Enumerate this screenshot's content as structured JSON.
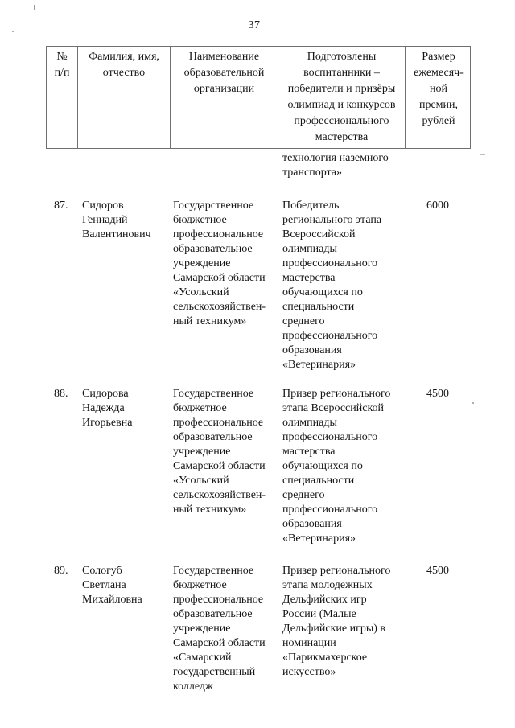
{
  "page": {
    "number": "37"
  },
  "table": {
    "headers": {
      "num": "№\nп/п",
      "name": "Фамилия, имя,\nотчество",
      "organization": "Наименование\nобразовательной\nорганизации",
      "achievement": "Подготовлены\nвоспитанники –\nпобедители и призёры\nолимпиад и конкурсов\nпрофессионального\nмастерства",
      "amount": "Размер\nежемесяч-\nной\nпремии,\nрублей"
    },
    "continuation": {
      "achievement": "технология наземного\nтранспорта»"
    },
    "rows": [
      {
        "num": "87.",
        "name": "Сидоров\nГеннадий\nВалентинович",
        "organization": "Государственное\nбюджетное\nпрофессиональное\nобразовательное\nучреждение\nСамарской области\n«Усольский\nсельскохозяйствен-\nный техникум»",
        "achievement": "Победитель\nрегионального этапа\nВсероссийской\nолимпиады\nпрофессионального\nмастерства\nобучающихся по\nспециальности\nсреднего\nпрофессионального\nобразования\n«Ветеринария»",
        "amount": "6000"
      },
      {
        "num": "88.",
        "name": "Сидорова\nНадежда\nИгорьевна",
        "organization": "Государственное\nбюджетное\nпрофессиональное\nобразовательное\nучреждение\nСамарской области\n«Усольский\nсельскохозяйствен-\nный техникум»",
        "achievement": "Призер регионального\nэтапа Всероссийской\nолимпиады\nпрофессионального\nмастерства\nобучающихся по\nспециальности\nсреднего\nпрофессионального\nобразования\n«Ветеринария»",
        "amount": "4500"
      },
      {
        "num": "89.",
        "name": "Сологуб\nСветлана\nМихайловна",
        "organization": "Государственное\nбюджетное\nпрофессиональное\nобразовательное\nучреждение\nСамарской области\n«Самарский\nгосударственный\nколледж",
        "achievement": "Призер регионального\nэтапа  молодежных\nДельфийских игр\nРоссии (Малые\nДельфийские игры) в\nноминации\n«Парикмахерское\nискусство»",
        "amount": "4500"
      }
    ]
  }
}
